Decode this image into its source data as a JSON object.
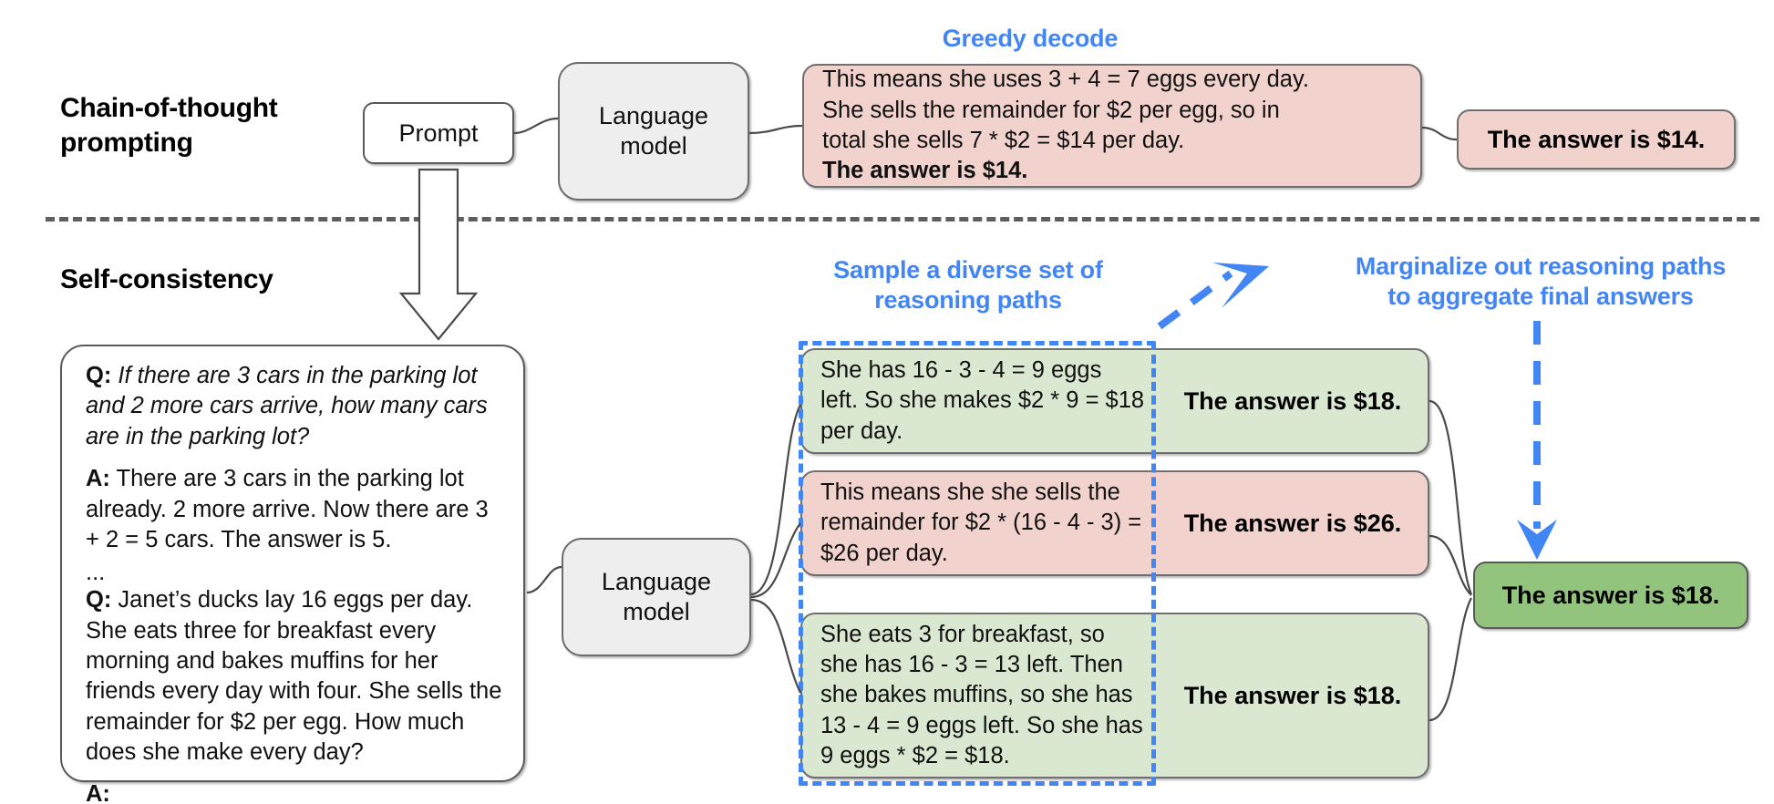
{
  "sections": {
    "cot": {
      "title_line1": "Chain-of-thought",
      "title_line2": "prompting",
      "prompt_label": "Prompt",
      "lm_line1": "Language",
      "lm_line2": "model",
      "caption": "Greedy decode",
      "output_line1": "This means she uses 3 + 4 = 7 eggs every day.",
      "output_line2": "She sells the remainder for $2 per egg, so in",
      "output_line3": "total she sells 7 * $2 = $14 per day.",
      "output_line4_bold": "The answer is $14.",
      "final_answer": "The answer is $14."
    },
    "sc": {
      "title": "Self-consistency",
      "caption_sample_line1": "Sample a diverse set of",
      "caption_sample_line2": "reasoning paths",
      "caption_marg_line1": "Marginalize out reasoning paths",
      "caption_marg_line2": "to aggregate final answers",
      "lm_line1": "Language",
      "lm_line2": "model",
      "prompt": {
        "q1_label": "Q:",
        "q1_text": "If there are 3 cars in the parking lot and 2 more cars arrive, how many cars are in the parking lot?",
        "a1_label": "A:",
        "a1_text": "There are 3 cars in the parking lot already. 2 more arrive. Now there are 3 + 2 = 5 cars. The answer is 5.",
        "ellipsis": "...",
        "q2_label": "Q:",
        "q2_text": "Janet’s ducks lay 16 eggs per day. She eats three for breakfast every morning and bakes muffins for her friends every day with four. She sells the remainder for $2 per egg. How much does she make every day?",
        "a2_label": "A:"
      },
      "paths": [
        {
          "color": "green",
          "reasoning": "She has 16 - 3 - 4 = 9 eggs left. So she makes $2 * 9 = $18 per day.",
          "answer": "The answer is $18."
        },
        {
          "color": "pink",
          "reasoning": "This means she she sells the remainder for $2 * (16 - 4 - 3) = $26 per day.",
          "answer": "The answer is $26."
        },
        {
          "color": "green",
          "reasoning": "She eats 3 for breakfast, so she has 16 - 3 = 13 left. Then she bakes muffins, so she has 13 - 4 = 9 eggs left. So she has 9 eggs * $2 = $18.",
          "answer": "The answer is $18."
        }
      ],
      "final_answer": "The answer is $18."
    }
  },
  "colors": {
    "blue_accent": "#4285f4",
    "pink_fill": "#f2d2cd",
    "green_light_fill": "#dbe8d1",
    "green_dark_fill": "#92c47d",
    "gray_fill": "#eeeeee",
    "outline": "#595959"
  }
}
